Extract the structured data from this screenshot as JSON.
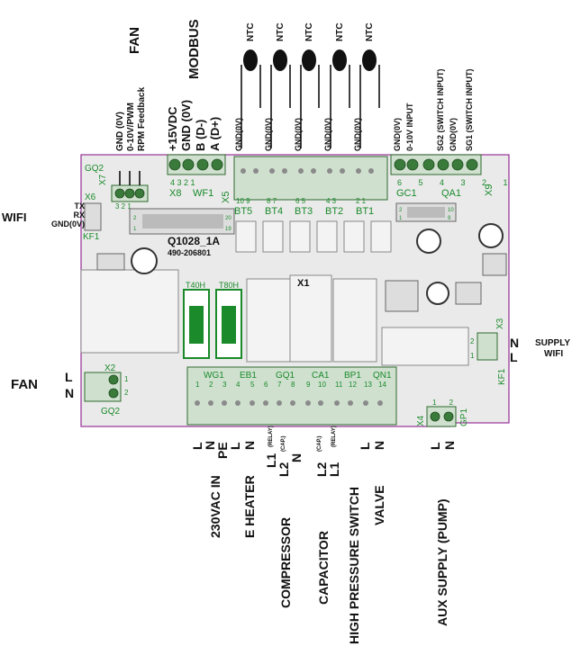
{
  "top": {
    "fan_title": "FAN",
    "fan_pins": [
      "GND (0V)",
      "0-10V/PWM",
      "RPM Feedback"
    ],
    "modbus_title": "MODBUS",
    "modbus_pins": [
      "+15VDC",
      "GND (0V)",
      "B (D-)",
      "A (D+)"
    ],
    "ntc_label": "NTC",
    "ntc_pin": "GND(0V)",
    "right_pins": [
      "GND(0V)",
      "0-10V INPUT",
      "SG2 (SWITCH INPUT)",
      "GND(0V)",
      "SG1 (SWITCH INPUT)"
    ]
  },
  "left": {
    "wifi_title": "WIFI",
    "wifi_pins": [
      "TX",
      "RX",
      "GND(0V)"
    ],
    "fan_title": "FAN",
    "fan_L": "L",
    "fan_N": "N"
  },
  "right": {
    "supply_title": "SUPPLY",
    "supply_sub": "WIFI",
    "N": "N",
    "L": "L"
  },
  "board": {
    "gq2_top": "GQ2",
    "x7": "X7",
    "x7_pins": "3 2 1",
    "x8": "X8",
    "x8_pins": "4 3 2 1",
    "wf1": "WF1",
    "x5": "X5",
    "bt_labels": [
      "BT5",
      "BT4",
      "BT3",
      "BT2",
      "BT1"
    ],
    "bt_pins": [
      "10 9",
      "8 7",
      "6 5",
      "4 3",
      "2 1"
    ],
    "gc1": "GC1",
    "qa1": "QA1",
    "x9": "X9",
    "qa_pins": "6 5 4 3 2 1",
    "x6": "X6",
    "kf1_left": "KF1",
    "header_nums": [
      "2",
      "20",
      "1",
      "19"
    ],
    "header_right_nums": [
      "2",
      "10",
      "1",
      "9"
    ],
    "part_number": "Q1028_1A",
    "part_sub": "490-206801",
    "fuse1": "T40H",
    "fuse2": "T80H",
    "x1": "X1",
    "x3": "X3",
    "x2": "X2",
    "gq2_bottom": "GQ2",
    "x2_pins": [
      "1",
      "2"
    ],
    "x3_pins": [
      "2",
      "1"
    ],
    "kf1_right": "KF1",
    "x4": "X4",
    "gp1": "GP1",
    "x4_pins": "1 2",
    "bottom_groups": [
      "WG1",
      "EB1",
      "GQ1",
      "CA1",
      "BP1",
      "QN1"
    ],
    "bottom_pins": [
      "1",
      "2",
      "3",
      "4",
      "5",
      "6",
      "7",
      "8",
      "9",
      "10",
      "11",
      "12",
      "13",
      "14"
    ]
  },
  "bottom": {
    "L": "L",
    "N": "N",
    "PE": "PE",
    "L1": "L1",
    "L2": "L2",
    "relay": "(RELAY)",
    "cap": "(CAP.)",
    "captions": [
      "230VAC IN",
      "E HEATER",
      "COMPRESSOR",
      "CAPACITOR",
      "HIGH PRESSURE SWITCH",
      "VALVE",
      "AUX SUPPLY (PUMP)"
    ]
  }
}
